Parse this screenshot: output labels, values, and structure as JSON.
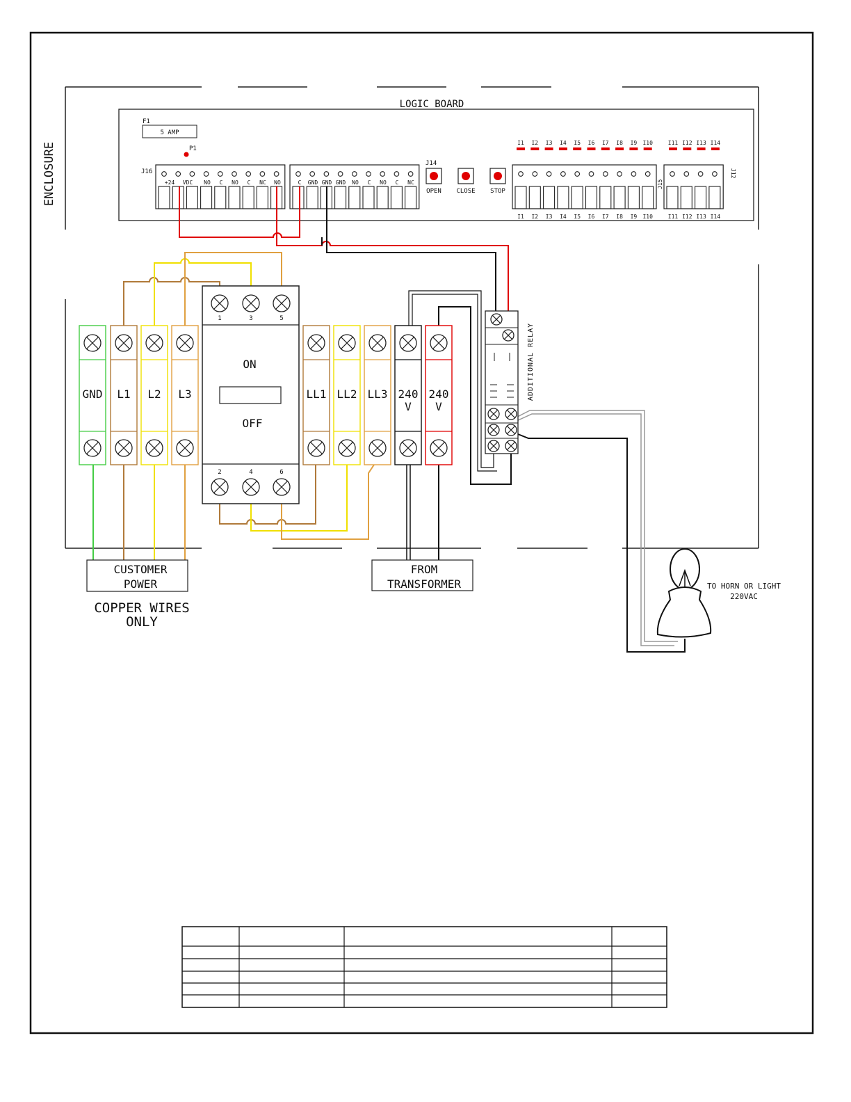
{
  "enclosure_label": "ENCLOSURE",
  "logic_board": {
    "title": "LOGIC BOARD",
    "fuse_ref": "F1",
    "fuse_rating": "5 AMP",
    "led_ref": "P1",
    "j16_label": "J16",
    "j16_pins": [
      "+24",
      "VDC",
      "NO",
      "C",
      "NO",
      "C",
      "NC",
      "NO"
    ],
    "j14_label": "J14",
    "j14_pins": [
      "C",
      "GND",
      "GND",
      "GND",
      "NO",
      "C",
      "NO",
      "C",
      "NC"
    ],
    "buttons": [
      "OPEN",
      "CLOSE",
      "STOP"
    ],
    "j15_label": "J15",
    "j12_label": "J12",
    "input_labels": [
      "I1",
      "I2",
      "I3",
      "I4",
      "I5",
      "I6",
      "I7",
      "I8",
      "I9",
      "I10"
    ],
    "input_labels_b": [
      "I11",
      "I12",
      "I13",
      "I14"
    ]
  },
  "disconnect": {
    "top_terminals": [
      "1",
      "3",
      "5"
    ],
    "bottom_terminals": [
      "2",
      "4",
      "6"
    ],
    "on_label": "ON",
    "off_label": "OFF"
  },
  "terminal_blocks": [
    "GND",
    "L1",
    "L2",
    "L3",
    "LL1",
    "LL2",
    "LL3",
    "240 V",
    "240 V"
  ],
  "relay_label": "ADDITIONAL RELAY",
  "customer_power_label": [
    "CUSTOMER",
    "POWER"
  ],
  "copper_note": [
    "COPPER WIRES",
    "ONLY"
  ],
  "transformer_label": [
    "FROM",
    "TRANSFORMER"
  ],
  "horn_label": [
    "TO HORN OR LIGHT",
    "220VAC"
  ],
  "colors": {
    "red": "#e00000",
    "gnd_green": "#44cc44",
    "l1_brown": "#b07a3a",
    "l2_yellow": "#f0e000",
    "l3_orange": "#e0a040",
    "black": "#111111",
    "gray": "#999999"
  },
  "title_block_rows": 6,
  "title_block_cols": 4
}
